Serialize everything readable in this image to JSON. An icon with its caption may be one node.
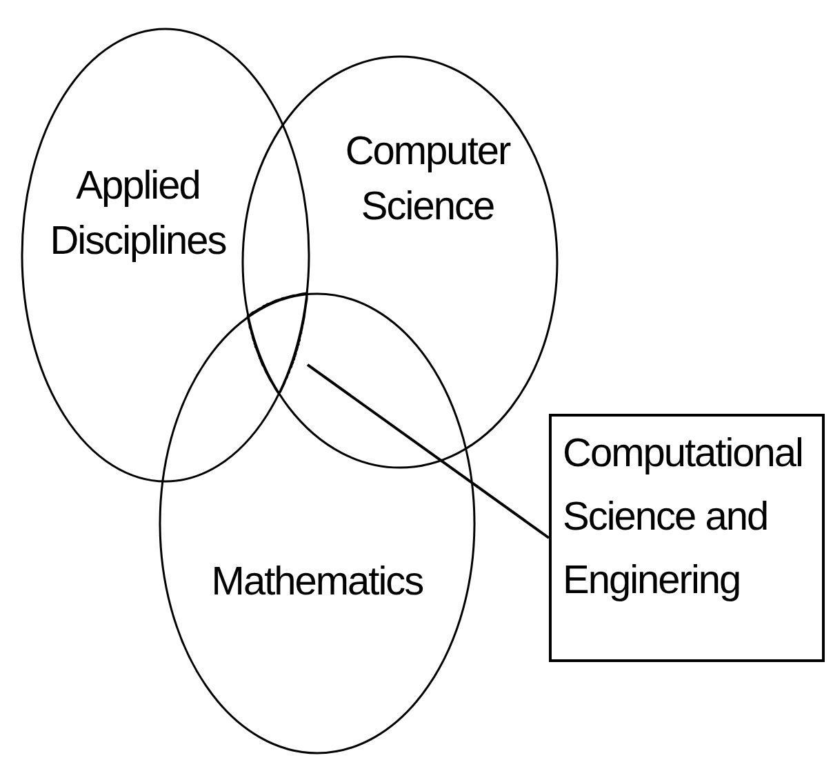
{
  "diagram": {
    "nodes": [
      {
        "text": [
          "Applied Disciplines"
        ]
      },
      {
        "text": [
          "Computer Science"
        ]
      },
      {
        "text": [
          "Mathematics"
        ]
      },
      {
        "text": [
          "Computational Science and Enginering"
        ]
      },
      {
        "text": [],
        "shape": "region"
      }
    ],
    "edges": [
      {
        "from": 3,
        "to": 4,
        "arrow": "none"
      }
    ]
  }
}
